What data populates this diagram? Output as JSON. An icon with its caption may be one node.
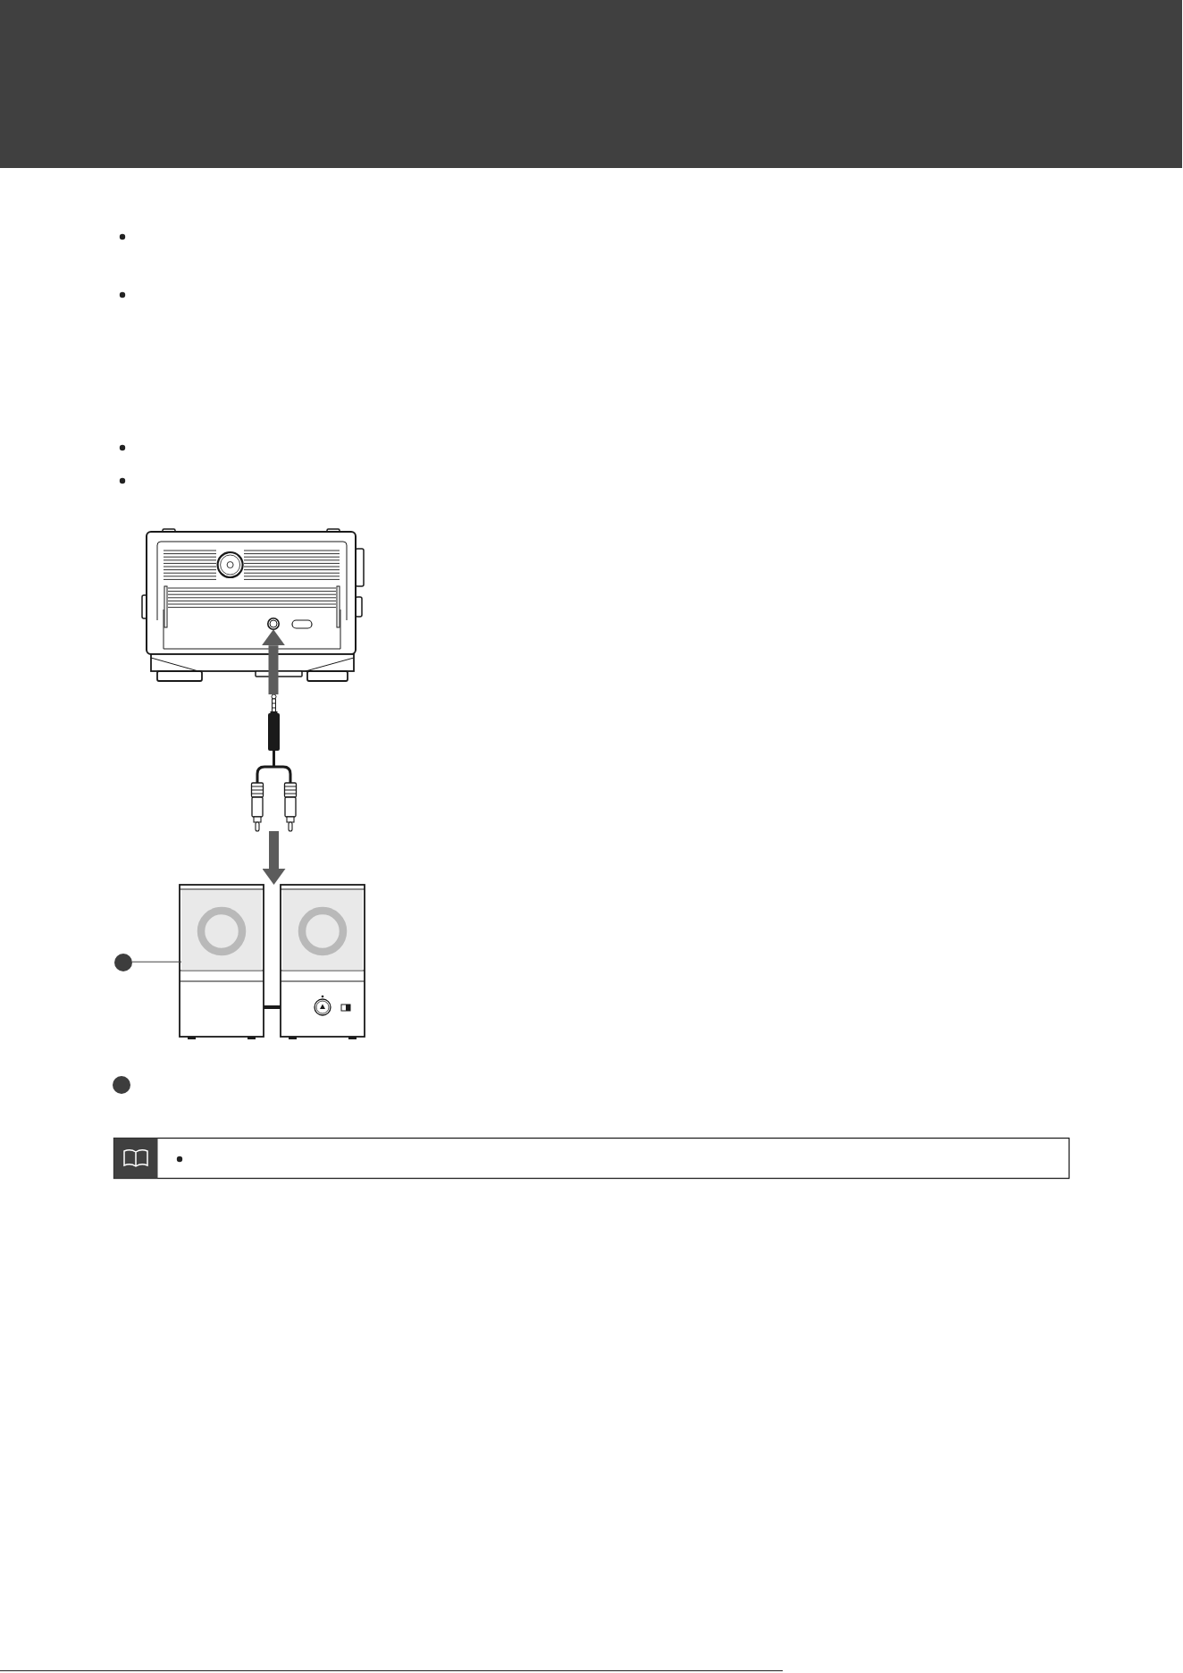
{
  "diagram": {
    "nodes": [
      {
        "text": [],
        "shape": "picture"
      },
      {
        "text": [],
        "shape": "circle",
        "in": 0
      },
      {
        "text": [],
        "shape": "picture"
      },
      {
        "text": [],
        "shape": "picture"
      },
      {
        "text": [],
        "shape": "picture",
        "in": 3
      },
      {
        "text": [],
        "shape": "circle"
      },
      {
        "text": [],
        "shape": "circle"
      }
    ],
    "edges": [
      {
        "from": 2,
        "to": 1,
        "arrow": "to"
      },
      {
        "from": 2,
        "to": 3,
        "arrow": "to"
      },
      {
        "from": 5,
        "to": 4,
        "arrow": "none"
      }
    ]
  }
}
